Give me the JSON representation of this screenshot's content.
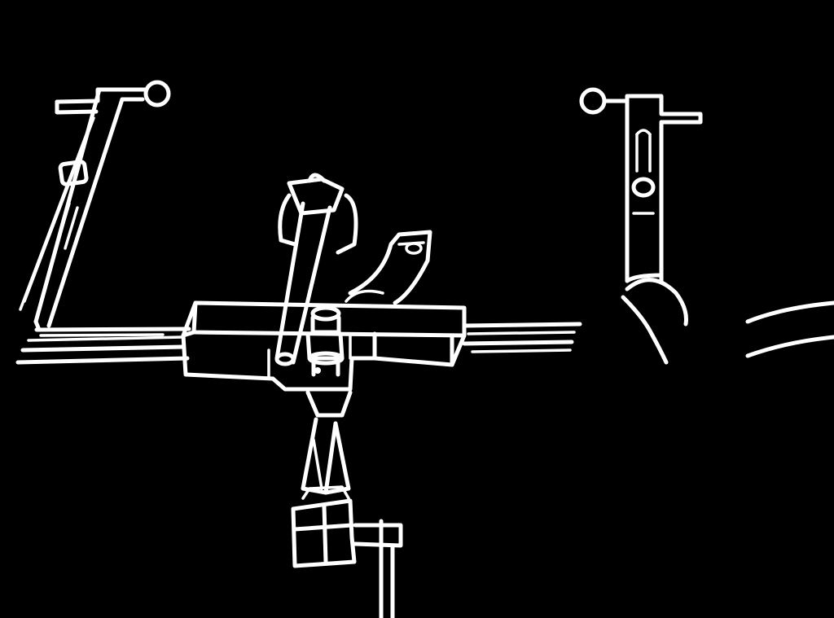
{
  "figure": {
    "background_color": "#000000",
    "line_color": "#ffffff",
    "parts": [
      "left-sensor-arm",
      "right-sensor-arm",
      "horizontal-rail",
      "central-carriage",
      "swivel-mount",
      "curved-bracket",
      "vertical-post",
      "base-clamp",
      "right-cable-left",
      "right-cable-right"
    ]
  }
}
